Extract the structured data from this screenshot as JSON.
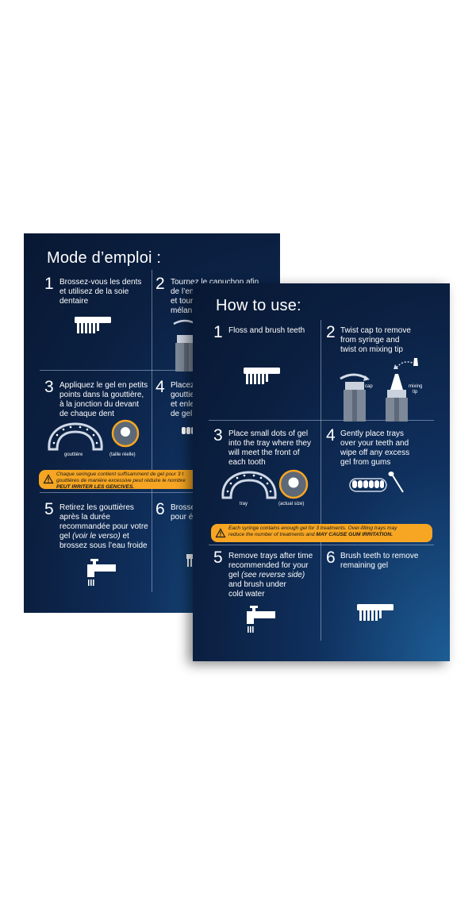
{
  "french": {
    "title": "Mode d’emploi :",
    "steps": [
      {
        "n": "1",
        "text": "Brossez-vous les dents\net utilisez de la soie\ndentaire"
      },
      {
        "n": "2",
        "text": "Tournez le capuchon afin\nde l’en\net tour\nmélan"
      },
      {
        "n": "3",
        "text": "Appliquez le gel en petits\npoints dans la gouttière,\nà la jonction du devant\nde chaque dent"
      },
      {
        "n": "4",
        "text": "Placez\ngouttie\net enle\nde gel"
      },
      {
        "n": "5",
        "text_a": "Retirez les gouttières\naprès la durée\nrecommandée pour votre\ngel ",
        "text_i": "(voir le verso)",
        "text_b": " et\nbrossez sous l’eau froide"
      },
      {
        "n": "6",
        "text": "Brosse\npour é"
      }
    ],
    "warning_a": "Chaque seringue contient suffisamment de gel pour 3 t\ngouttières de manière excessive peut réduire le nombre\n",
    "warning_b": "PEUT IRRITER LES GENCIVES.",
    "captions": {
      "tray": "gouttière",
      "actual": "(taille réelle)"
    }
  },
  "english": {
    "title": "How to use:",
    "steps": [
      {
        "n": "1",
        "text": "Floss and brush teeth"
      },
      {
        "n": "2",
        "text": "Twist cap to remove\nfrom syringe and\ntwist on mixing tip"
      },
      {
        "n": "3",
        "text": "Place small dots of gel\ninto the tray where they\nwill meet the front of\neach tooth"
      },
      {
        "n": "4",
        "text": "Gently place trays\nover your teeth and\nwipe off any excess\ngel from gums"
      },
      {
        "n": "5",
        "text_a": "Remove trays after time\nrecommended for your\ngel ",
        "text_i": "(see reverse side)",
        "text_b": "\nand brush under\ncold water"
      },
      {
        "n": "6",
        "text": "Brush teeth to remove\nremaining gel"
      }
    ],
    "warning_a": "Each syringe contains enough gel for 3 treatments. Over-filling trays may\nreduce the number of treatments and ",
    "warning_b": "MAY CAUSE GUM IRRITATION.",
    "captions": {
      "cap": "cap",
      "mixing": "mixing",
      "tip": "tip",
      "tray": "tray",
      "actual": "(actual size)"
    }
  },
  "icons": [
    "toothbrush-icon",
    "syringe-icon",
    "tray-icon",
    "faucet-icon",
    "swab-icon",
    "warning-icon"
  ],
  "colors": {
    "card_dark": "#0b1f40",
    "card_light": "#1d5d95",
    "warning": "#f6a623",
    "ink": "#ffffff"
  }
}
